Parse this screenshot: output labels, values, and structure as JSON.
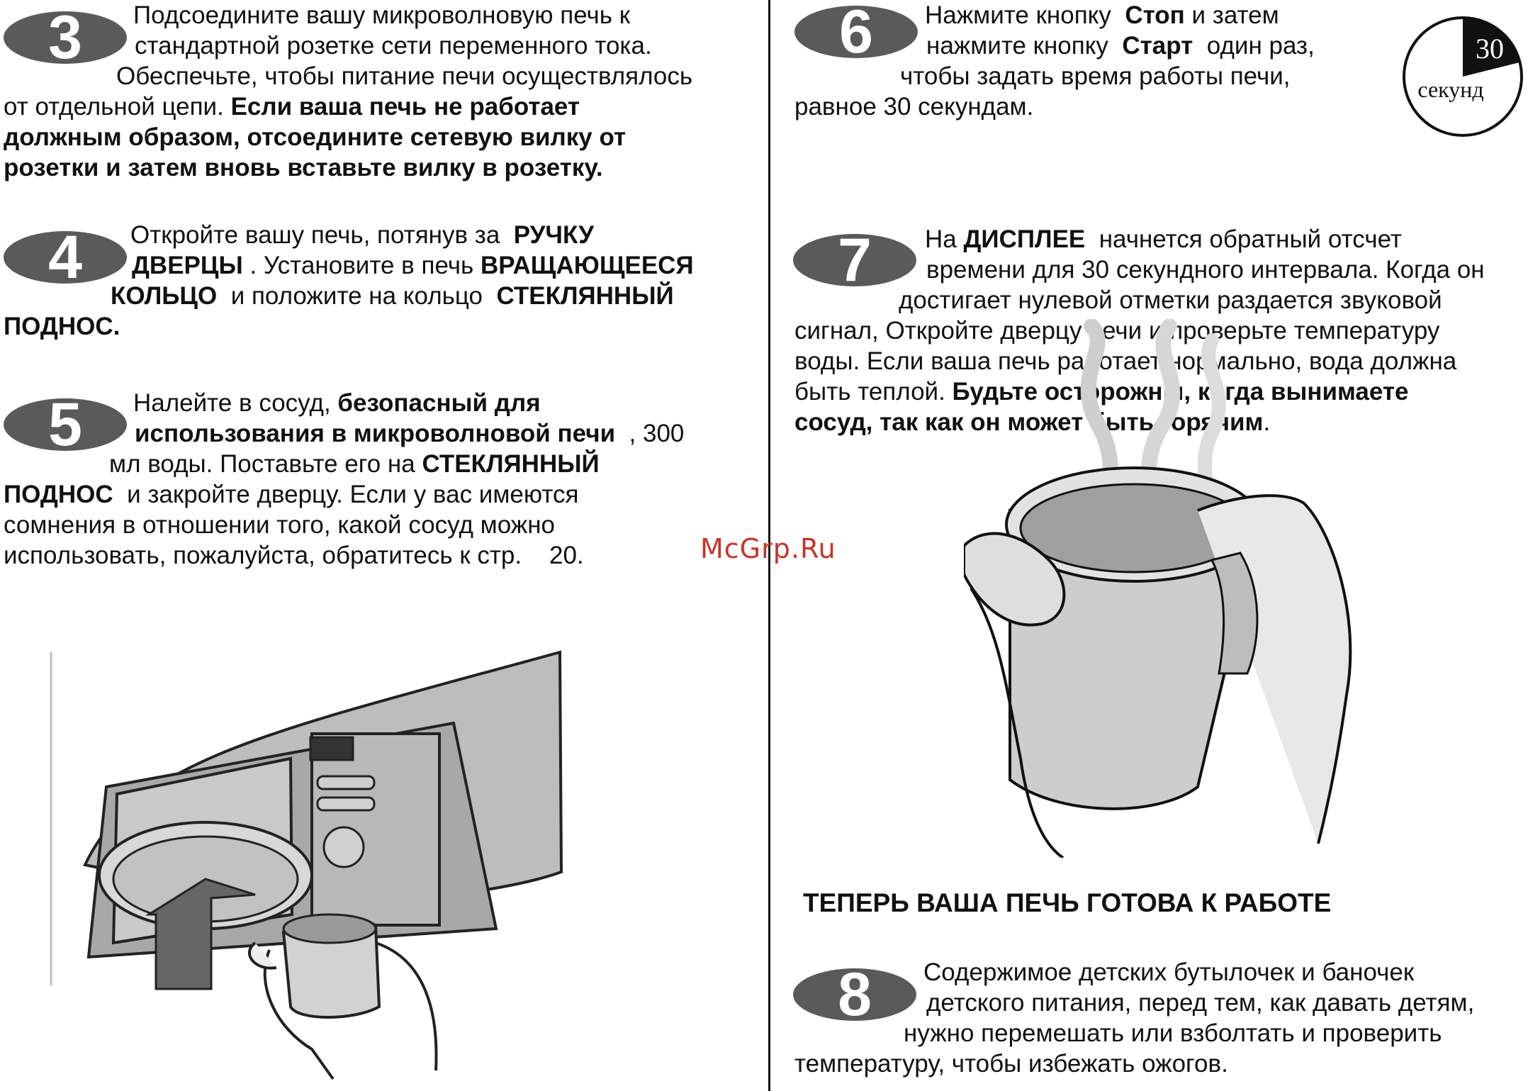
{
  "watermark": "McGrp.Ru",
  "steps": {
    "s3": {
      "number": "3",
      "l1": "Подсоедините вашу микроволновую печь к",
      "l2": "стандартной розетке сети переменного тока.",
      "l3": "Обеспечьте, чтобы питание печи осуществлялось",
      "l4": "от отдельной цепи.",
      "l4b": "Если ваша печь не работает",
      "l5": "должным образом, отсоедините сетевую вилку от",
      "l6": "розетки и затем вновь вставьте вилку в розетку."
    },
    "s4": {
      "number": "4",
      "l1": "Откройте вашу печь, потянув за",
      "l1b": "РУЧКУ",
      "l2b": "ДВЕРЦЫ",
      "l2": ". Установите в печь",
      "l2c": "ВРАЩАЮЩЕЕСЯ",
      "l3b": "КОЛЬЦО",
      "l3": "и положите на кольцо",
      "l3c": "СТЕКЛЯННЫЙ",
      "l4b": "ПОДНОС",
      "l4": "."
    },
    "s5": {
      "number": "5",
      "l1": "Налейте в сосуд,",
      "l1b": "безопасный для",
      "l2b": "использования в микроволновой печи",
      "l2": ", 300",
      "l3": "мл воды. Поставьте его на",
      "l3b": "СТЕКЛЯННЫЙ",
      "l4b": "ПОДНОС",
      "l4": "и закройте дверцу. Если у вас имеются",
      "l5": "сомнения в отношении того, какой сосуд можно",
      "l6": "использовать, пожалуйста, обратитесь к стр.",
      "l6n": "20."
    },
    "s6": {
      "number": "6",
      "l1": "Нажмите кнопку",
      "l1b": "Стоп",
      "l1c": "и затем",
      "l2": "нажмите кнопку",
      "l2b": "Старт",
      "l2c": "один раз,",
      "l3": "чтобы задать время работы печи,",
      "l4": "равное 30 секундам."
    },
    "s7": {
      "number": "7",
      "l1": "На",
      "l1b": "ДИСПЛЕЕ",
      "l1c": "начнется обратный отсчет",
      "l2": "времени для 30 секундного интервала. Когда он",
      "l3": "достигает нулевой отметки раздается звуковой",
      "l4": "сигнал, Откройте дверцу печи и проверьте температуру",
      "l5": "воды. Если ваша печь работает нормально, вода должна",
      "l6": "быть теплой.",
      "l6b": "Будьте осторожны, когда вынимаете",
      "l7b": "сосуд, так как он может быть горячим",
      "l7": "."
    },
    "ready": "ТЕПЕРЬ ВАША ПЕЧЬ ГОТОВА К РАБОТЕ",
    "s8": {
      "number": "8",
      "l1": "Содержимое детских бутылочек и баночек",
      "l2": "детского питания, перед тем, как давать детям,",
      "l3": "нужно перемешать или взболтать и проверить",
      "l4": "температуру, чтобы избежать ожогов."
    }
  },
  "timer": {
    "value": "30",
    "unit": "секунд"
  }
}
